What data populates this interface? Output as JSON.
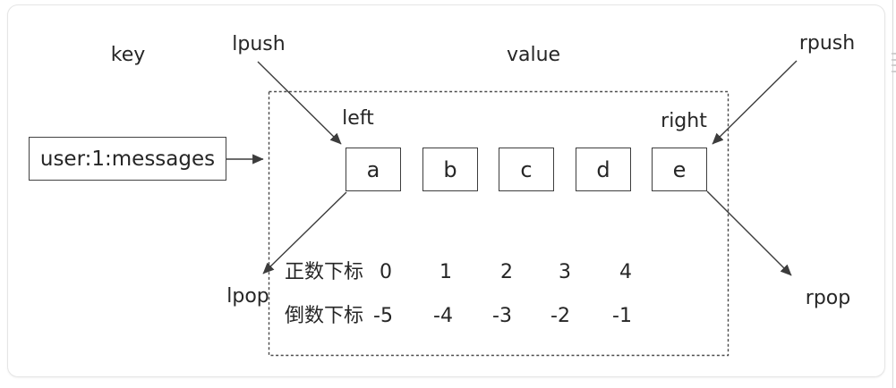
{
  "key_box": {
    "text": "user:1:messages"
  },
  "labels": {
    "key": "key",
    "lpush": "lpush",
    "value": "value",
    "rpush": "rpush",
    "left": "left",
    "right": "right",
    "lpop": "lpop",
    "rpop": "rpop"
  },
  "list": {
    "items": [
      "a",
      "b",
      "c",
      "d",
      "e"
    ]
  },
  "indices": {
    "positive": {
      "label": "正数下标",
      "values": [
        "0",
        "1",
        "2",
        "3",
        "4"
      ]
    },
    "negative": {
      "label": "倒数下标",
      "values": [
        "-5",
        "-4",
        "-3",
        "-2",
        "-1"
      ]
    }
  },
  "colors": {
    "line": "#3c3c3c",
    "text": "#262626",
    "frame_border": "#e5e5e5",
    "background": "#ffffff"
  }
}
